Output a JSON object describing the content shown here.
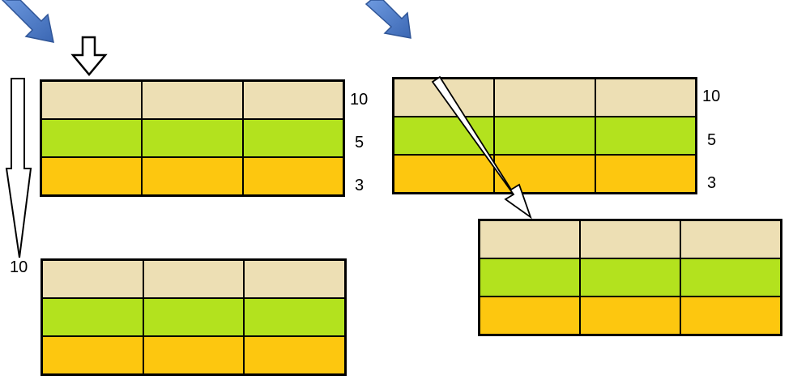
{
  "colors": {
    "row_top": "#EDDFB4",
    "row_mid": "#B3E21E",
    "row_bottom": "#FDC70F",
    "blue_arrow": "#4A78C6",
    "outline": "#000000"
  },
  "icons": [
    "blue-down-right-arrow-icon",
    "hollow-down-arrow-icon",
    "hollow-diagonal-arrow-icon"
  ],
  "left_top_grid": {
    "labels": [
      "10",
      "5",
      "3"
    ]
  },
  "left_bottom_grid": {
    "labels": [
      "10"
    ]
  },
  "right_top_grid": {
    "labels": [
      "10",
      "5",
      "3"
    ]
  },
  "right_bottom_grid": {
    "labels": []
  }
}
